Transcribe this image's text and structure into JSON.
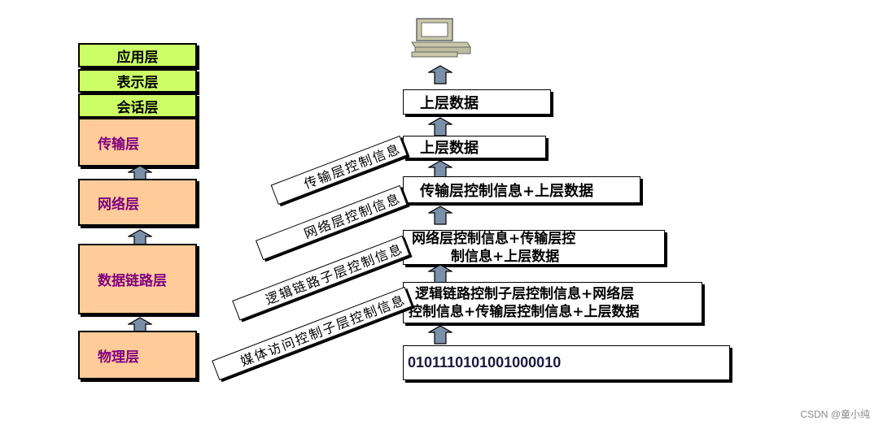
{
  "osi_stack": {
    "layers": [
      {
        "label": "应用层",
        "group": "upper"
      },
      {
        "label": "表示层",
        "group": "upper"
      },
      {
        "label": "会话层",
        "group": "upper"
      },
      {
        "label": "传输层",
        "group": "lower"
      },
      {
        "label": "网络层",
        "group": "lower"
      },
      {
        "label": "数据链路层",
        "group": "lower"
      },
      {
        "label": "物理层",
        "group": "lower"
      }
    ]
  },
  "encapsulation": {
    "top_icon": "computer-icon",
    "boxes": [
      {
        "line1": "上层数据"
      },
      {
        "line1": "上层数据"
      },
      {
        "line1": "传输层控制信息+上层数据"
      },
      {
        "line1": "网络层控制信息+传输层控",
        "line2": "制信息+上层数据"
      },
      {
        "line1": "逻辑链路控制子层控制信息+网络层",
        "line2": "控制信息+传输层控制信息+上层数据"
      },
      {
        "line1": "0101110101001000010"
      }
    ],
    "tags": [
      "传输层控制信息",
      "网络层控制信息",
      "逻辑链路子层控制信息",
      "媒体访问控制子层控制信息"
    ]
  },
  "colors": {
    "upper_layer_fill": "#ccff66",
    "lower_layer_fill": "#ffcc99",
    "lower_layer_text": "#800080",
    "arrow_fill": "#7a8fa8",
    "computer_fill": "#c8c8a8"
  },
  "watermark": "CSDN @童小纯"
}
